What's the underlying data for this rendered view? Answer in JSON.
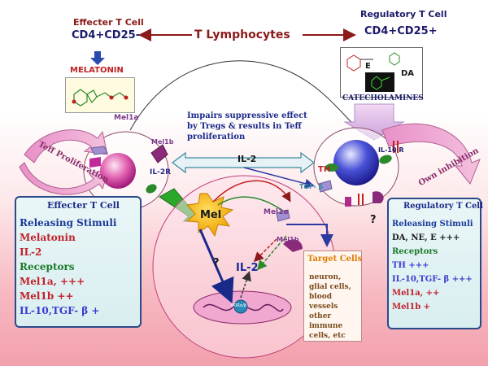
{
  "header": {
    "effecter_title": "Effecter T Cell",
    "effecter_marker": "CD4+CD25-",
    "lymphocytes": "T  Lymphocytes",
    "regulatory_title": "Regulatory  T Cell",
    "regulatory_marker": "CD4+CD25+",
    "melatonin_label": "MELATONIN",
    "catecholamines_label": "CATECHOLAMINES",
    "cat_e": "E",
    "cat_da": "DA"
  },
  "center": {
    "impairs_text": "Impairs suppressive effect by Tregs & results in Teff proliferation",
    "il2": "IL-2",
    "mel": "Mel",
    "il2_bottom": "IL-2",
    "question_center": "?",
    "question_right": "?",
    "rorbeta": "RORα/β"
  },
  "left_cell": {
    "mel1a": "Mel1a",
    "mel1b": "Mel1b",
    "il2r": "IL-2R",
    "teff_arrow": "Teff Proliferation"
  },
  "right_cell": {
    "il10r": "IL-10 R",
    "th": "TH",
    "tgfb": "TGF- β",
    "own_inhibition": "Own inhibition"
  },
  "middle_receptors": {
    "mel1a": "Mel1a",
    "mel1b": "Mel1b"
  },
  "target_cells": {
    "title": "Target Cells",
    "body": [
      "neuron,",
      "glial cells,",
      "blood vessels",
      "other immune",
      "cells, etc"
    ]
  },
  "left_panel": {
    "title": "Effecter T Cell",
    "lines": [
      {
        "text": "Releasing Stimuli",
        "color": "#1a3a9a"
      },
      {
        "text": "Melatonin",
        "color": "#c0202a"
      },
      {
        "text": "IL-2",
        "color": "#c0202a"
      },
      {
        "text": "Receptors",
        "color": "#1a7a2a"
      },
      {
        "text": "Mel1a, +++",
        "color": "#c0202a"
      },
      {
        "text": "Mel1b  ++",
        "color": "#c0202a"
      },
      {
        "text": "IL-10,TGF- β +",
        "color": "#3a3ad0"
      }
    ]
  },
  "right_panel": {
    "title": "Regulatory  T Cell",
    "lines": [
      {
        "text": "Releasing Stimuli",
        "color": "#1a3a9a"
      },
      {
        "text": "DA, NE, E +++",
        "color": "#1a1a1a"
      },
      {
        "text": "Receptors",
        "color": "#1a7a2a"
      },
      {
        "text": "TH  +++",
        "color": "#3a3ad0"
      },
      {
        "text": "IL-10,TGF- β +++",
        "color": "#3a3ad0"
      },
      {
        "text": "Mel1a, ++",
        "color": "#c0202a"
      },
      {
        "text": "Mel1b  +",
        "color": "#c0202a"
      }
    ]
  },
  "colors": {
    "dark_red": "#8b1a1a",
    "navy": "#1a2a8a",
    "green": "#2a9a2a",
    "blue_arrow": "#3a5ab8"
  }
}
